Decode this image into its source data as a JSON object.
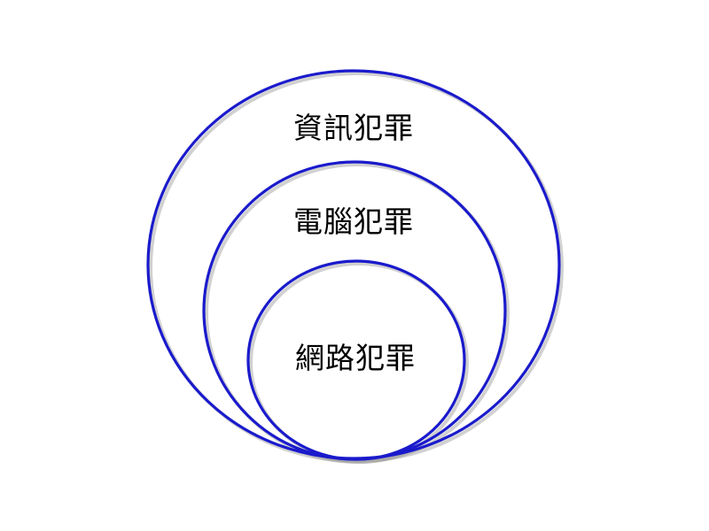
{
  "diagram": {
    "circles": [
      {
        "id": "outer",
        "label": "資訊犯罪"
      },
      {
        "id": "middle",
        "label": "電腦犯罪"
      },
      {
        "id": "inner",
        "label": "網路犯罪"
      }
    ],
    "colors": {
      "ring_stroke": "#1a1acc",
      "text": "#000000",
      "background": "#ffffff"
    }
  }
}
